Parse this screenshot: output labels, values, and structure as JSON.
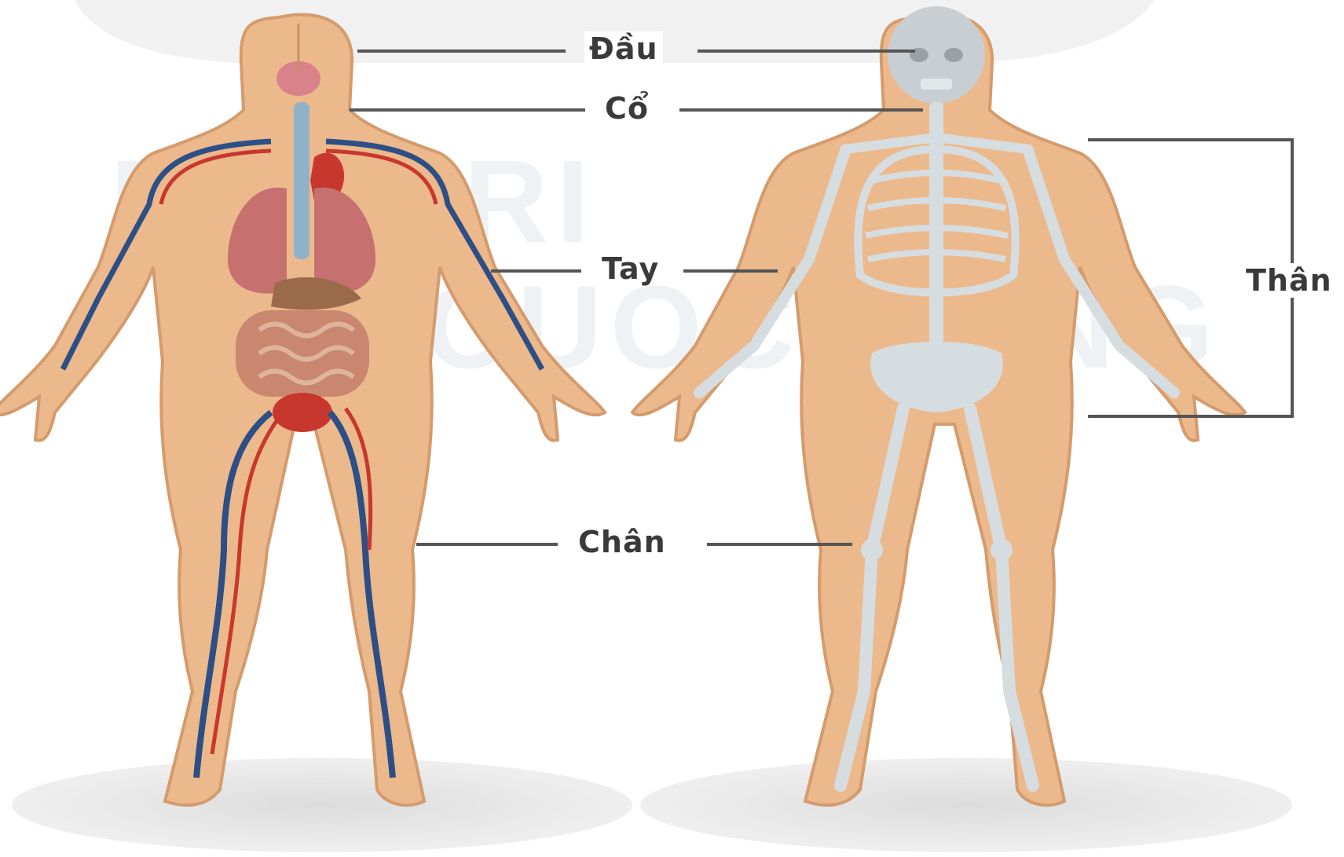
{
  "labels": {
    "head": "Đầu",
    "neck": "Cổ",
    "arm": "Tay",
    "leg": "Chân",
    "trunk": "Thân"
  },
  "watermark": {
    "line1": "NOI TRI",
    "line2": "VOI CUOC SONG"
  },
  "colors": {
    "skin": "#ecb98c",
    "skin_outline": "#d49b6c",
    "artery": "#c8372d",
    "vein": "#2d4f86",
    "organ": "#c77070",
    "bone": "#d6dde1",
    "shadow": "#e8e8e8",
    "line": "#555555"
  }
}
